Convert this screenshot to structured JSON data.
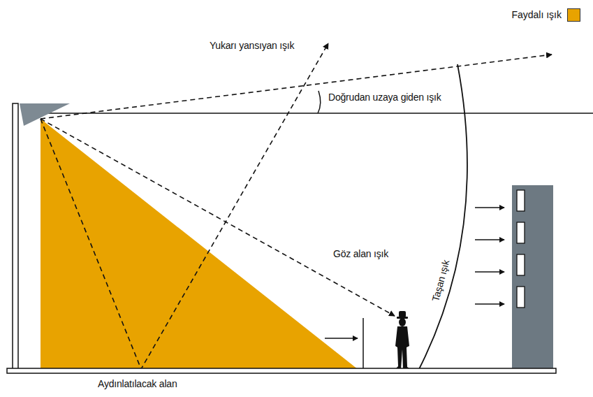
{
  "diagram": {
    "labels": [
      "Yukarı yansıyan ışık",
      "Doğrudan uzaya giden ışık",
      "Göz alan ışık",
      "Taşan ışık",
      "Aydınlatılacak alan"
    ],
    "legend": [
      {
        "text": "Faydalı ışık",
        "color": "#e8a300"
      }
    ]
  }
}
